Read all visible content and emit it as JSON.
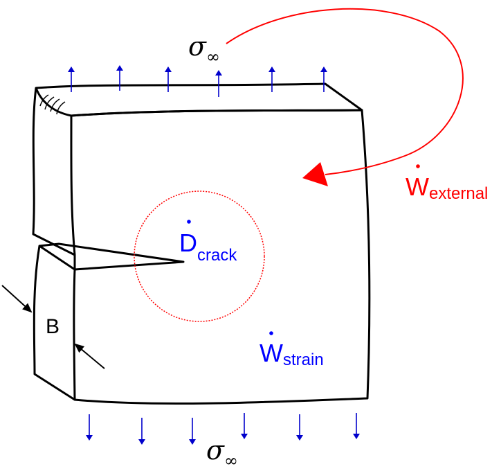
{
  "stress_top": {
    "symbol": "σ",
    "subscript": "∞"
  },
  "stress_bottom": {
    "symbol": "σ",
    "subscript": "∞"
  },
  "crack_energy": {
    "main": "D",
    "sub": "crack"
  },
  "external_work": {
    "main": "W",
    "sub": "external"
  },
  "strain_energy": {
    "main": "W",
    "sub": "strain"
  },
  "thickness_label": "B",
  "colors": {
    "outline": "#000000",
    "stress_arrows": "#0000cc",
    "crack_label": "#0000ff",
    "strain_label": "#0000ff",
    "external_work": "#ff0000",
    "process_zone": "#ff0000"
  }
}
